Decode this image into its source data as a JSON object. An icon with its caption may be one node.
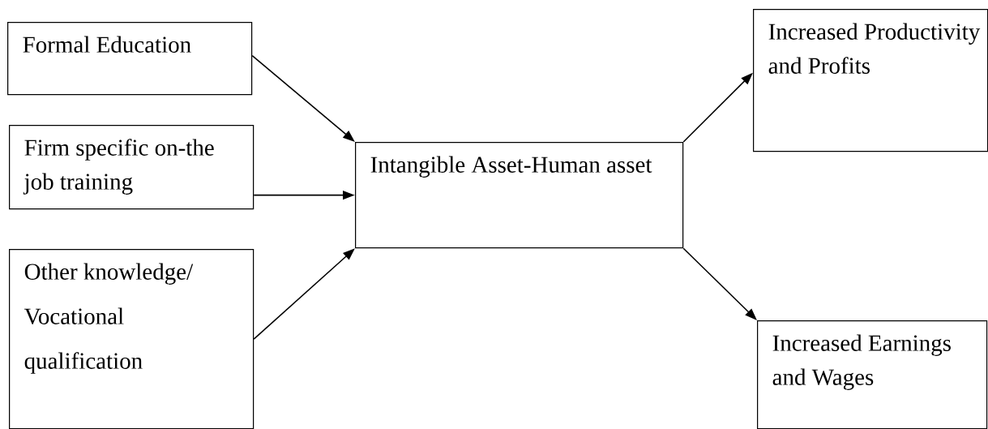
{
  "diagram": {
    "nodes": [
      {
        "text": [
          "Formal Education"
        ]
      },
      {
        "text": [
          "Firm specific on-the job training"
        ]
      },
      {
        "text": [
          "Other knowledge/ Vocational qualification"
        ]
      },
      {
        "text": [
          "Intangible Asset-Human asset"
        ]
      },
      {
        "text": [
          "Increased Productivity and Profits"
        ]
      },
      {
        "text": [
          "Increased Earnings and Wages"
        ]
      }
    ],
    "edges": [
      {
        "from": 0,
        "to": 3,
        "arrow": "to"
      },
      {
        "from": 1,
        "to": 3,
        "arrow": "to"
      },
      {
        "from": 2,
        "to": 3,
        "arrow": "to"
      },
      {
        "from": 3,
        "to": 4,
        "arrow": "to"
      },
      {
        "from": 3,
        "to": 5,
        "arrow": "to"
      }
    ]
  }
}
